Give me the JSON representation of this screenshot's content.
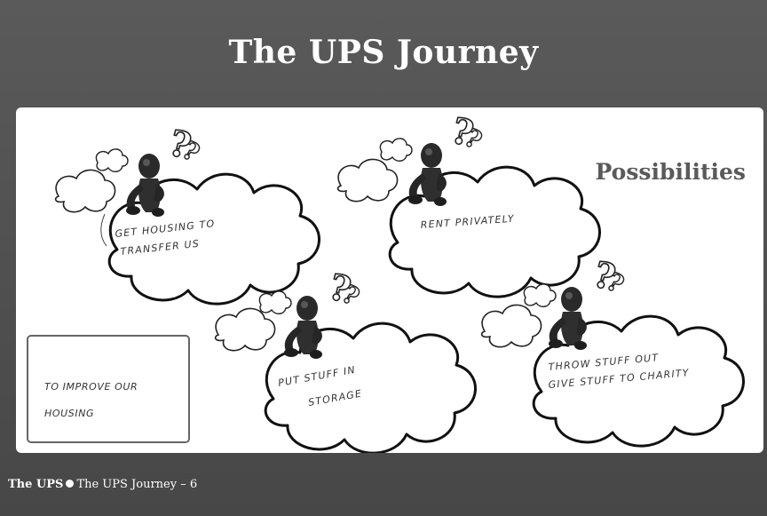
{
  "slide": {
    "title": "The UPS Journey",
    "heading": "Possibilities",
    "note": {
      "text": "TO IMPROVE OUR HOUSING"
    },
    "clouds": [
      {
        "line1": "GET HOUSING TO",
        "line2": "TRANSFER US"
      },
      {
        "line1": "RENT PRIVATELY",
        "line2": ""
      },
      {
        "line1": "PUT STUFF IN",
        "line2": "STORAGE"
      },
      {
        "line1": "THROW STUFF OUT",
        "line2": "GIVE STUFF TO CHARITY"
      }
    ],
    "footer": {
      "brand": "The UPS",
      "page": "The UPS Journey – 6"
    }
  },
  "colors": {
    "background": "#4a4a4a",
    "panel": "#ffffff",
    "title": "#ffffff",
    "heading": "#5a5a5a",
    "figure": "#2a2a2a"
  },
  "icons": [
    "thinking-figure-icon",
    "question-mark-icon",
    "thought-cloud-icon"
  ]
}
